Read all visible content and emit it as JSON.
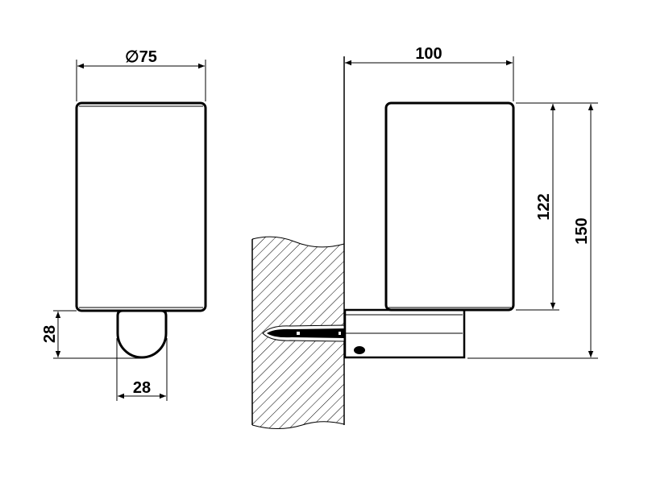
{
  "drawing": {
    "front_view": {
      "diameter_label": "∅75",
      "knob_height_label": "28",
      "knob_width_label": "28"
    },
    "side_view": {
      "projection_label": "100",
      "body_height_label": "122",
      "total_height_label": "150"
    },
    "colors": {
      "line": "#000000",
      "background": "#ffffff"
    }
  }
}
